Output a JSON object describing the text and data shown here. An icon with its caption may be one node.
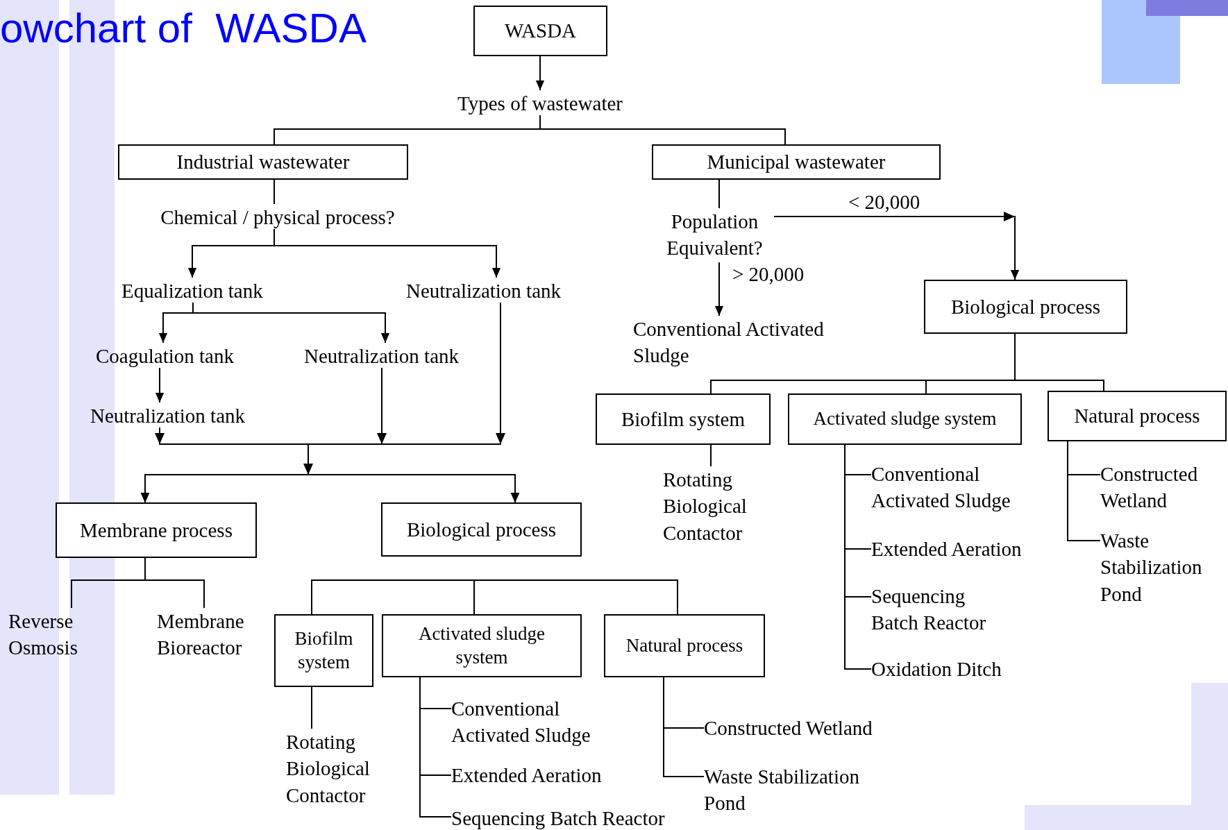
{
  "diagram": {
    "title": "owchart of  WASDA",
    "nodes": [
      {
        "text": [
          "WASDA"
        ]
      },
      {
        "text": [
          "Types of wastewater"
        ]
      },
      {
        "text": [
          "Industrial wastewater"
        ]
      },
      {
        "text": [
          "Municipal wastewater"
        ]
      },
      {
        "text": [
          "Chemical / physical process?"
        ]
      },
      {
        "text": [
          "Equalization tank"
        ]
      },
      {
        "text": [
          "Neutralization tank"
        ]
      },
      {
        "text": [
          "Coagulation tank"
        ]
      },
      {
        "text": [
          "Neutralization tank"
        ]
      },
      {
        "text": [
          "Neutralization tank"
        ]
      },
      {
        "text": [
          "Membrane process"
        ]
      },
      {
        "text": [
          "Biological process"
        ]
      },
      {
        "text": [
          "Reverse Osmosis"
        ]
      },
      {
        "text": [
          "Membrane Bioreactor"
        ]
      },
      {
        "text": [
          "Biofilm system"
        ]
      },
      {
        "text": [
          "Activated sludge system"
        ]
      },
      {
        "text": [
          "Natural process"
        ]
      },
      {
        "text": [
          "Rotating Biological Contactor"
        ]
      },
      {
        "text": [
          "Conventional Activated Sludge"
        ]
      },
      {
        "text": [
          "Extended Aeration"
        ]
      },
      {
        "text": [
          "Sequencing Batch Reactor"
        ]
      },
      {
        "text": [
          "Constructed Wetland"
        ]
      },
      {
        "text": [
          "Waste Stabilization Pond"
        ]
      },
      {
        "text": [
          "Population Equivalent?"
        ]
      },
      {
        "text": [
          "Conventional Activated Sludge"
        ]
      },
      {
        "text": [
          "Biological process"
        ]
      },
      {
        "text": [
          "Biofilm system"
        ]
      },
      {
        "text": [
          "Activated sludge system"
        ]
      },
      {
        "text": [
          "Natural process"
        ]
      },
      {
        "text": [
          "Rotating Biological Contactor"
        ]
      },
      {
        "text": [
          "Conventional Activated Sludge"
        ]
      },
      {
        "text": [
          "Extended Aeration"
        ]
      },
      {
        "text": [
          "Sequencing Batch Reactor"
        ]
      },
      {
        "text": [
          "Oxidation Ditch"
        ]
      },
      {
        "text": [
          "Constructed Wetland"
        ]
      },
      {
        "text": [
          "Waste Stabilization Pond"
        ]
      }
    ],
    "edges": [
      {
        "from": 0,
        "to": 1,
        "arrow": "to"
      },
      {
        "from": 1,
        "to": 2,
        "arrow": "none"
      },
      {
        "from": 1,
        "to": 3,
        "arrow": "none"
      },
      {
        "from": 2,
        "to": 4,
        "arrow": "none"
      },
      {
        "from": 4,
        "to": 5,
        "arrow": "to"
      },
      {
        "from": 4,
        "to": 6,
        "arrow": "to"
      },
      {
        "from": 5,
        "to": 7,
        "arrow": "to"
      },
      {
        "from": 5,
        "to": 8,
        "arrow": "to"
      },
      {
        "from": 7,
        "to": 9,
        "arrow": "to"
      },
      {
        "from": 9,
        "to": 10,
        "arrow": "to"
      },
      {
        "from": 9,
        "to": 11,
        "arrow": "to"
      },
      {
        "from": 8,
        "to": 10,
        "arrow": "to"
      },
      {
        "from": 8,
        "to": 11,
        "arrow": "to"
      },
      {
        "from": 6,
        "to": 10,
        "arrow": "to"
      },
      {
        "from": 6,
        "to": 11,
        "arrow": "to"
      },
      {
        "from": 10,
        "to": 12,
        "arrow": "none"
      },
      {
        "from": 10,
        "to": 13,
        "arrow": "none"
      },
      {
        "from": 15,
        "to": 14,
        "arrow": "none"
      },
      {
        "from": 15,
        "to": 16,
        "arrow": "none"
      },
      {
        "from": 14,
        "to": 17,
        "arrow": "none"
      },
      {
        "from": 15,
        "to": 18,
        "arrow": "none"
      },
      {
        "from": 15,
        "to": 19,
        "arrow": "none"
      },
      {
        "from": 15,
        "to": 20,
        "arrow": "none"
      },
      {
        "from": 16,
        "to": 21,
        "arrow": "none"
      },
      {
        "from": 16,
        "to": 22,
        "arrow": "none"
      },
      {
        "from": 3,
        "to": 23,
        "arrow": "none"
      },
      {
        "from": 23,
        "to": 24,
        "arrow": "to",
        "label": "> 20,000"
      },
      {
        "from": 23,
        "to": 25,
        "arrow": "to",
        "label": "< 20,000"
      },
      {
        "from": 25,
        "to": 26,
        "arrow": "none"
      },
      {
        "from": 25,
        "to": 27,
        "arrow": "none"
      },
      {
        "from": 25,
        "to": 28,
        "arrow": "none"
      },
      {
        "from": 26,
        "to": 29,
        "arrow": "none"
      },
      {
        "from": 27,
        "to": 30,
        "arrow": "none"
      },
      {
        "from": 27,
        "to": 31,
        "arrow": "none"
      },
      {
        "from": 27,
        "to": 32,
        "arrow": "none"
      },
      {
        "from": 27,
        "to": 33,
        "arrow": "none"
      },
      {
        "from": 28,
        "to": 34,
        "arrow": "none"
      },
      {
        "from": 28,
        "to": 35,
        "arrow": "none"
      }
    ]
  }
}
